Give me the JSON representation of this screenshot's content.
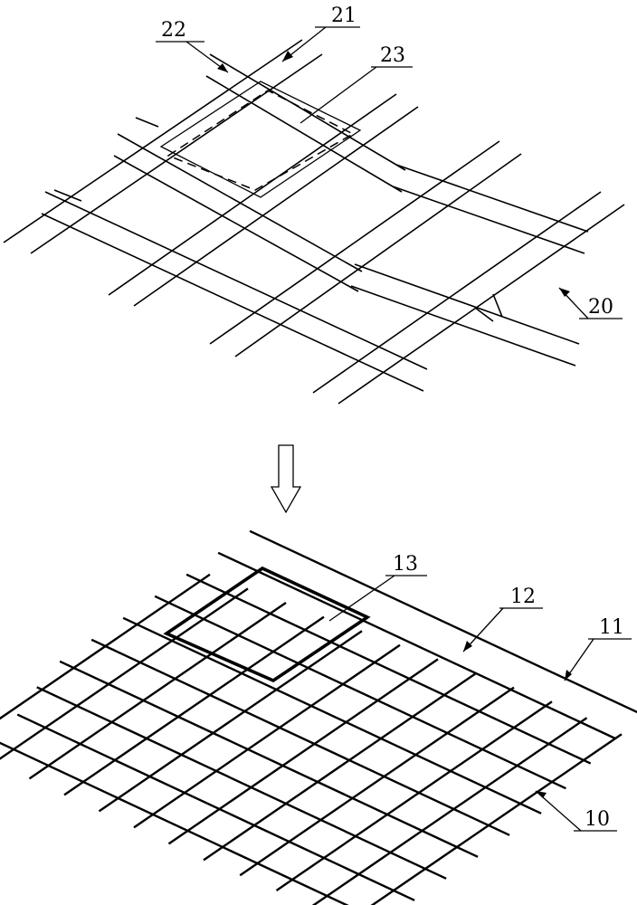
{
  "labels": {
    "l22": "22",
    "l21": "21",
    "l23": "23",
    "l20": "20",
    "l13": "13",
    "l12": "12",
    "l11": "11",
    "l10": "10"
  }
}
